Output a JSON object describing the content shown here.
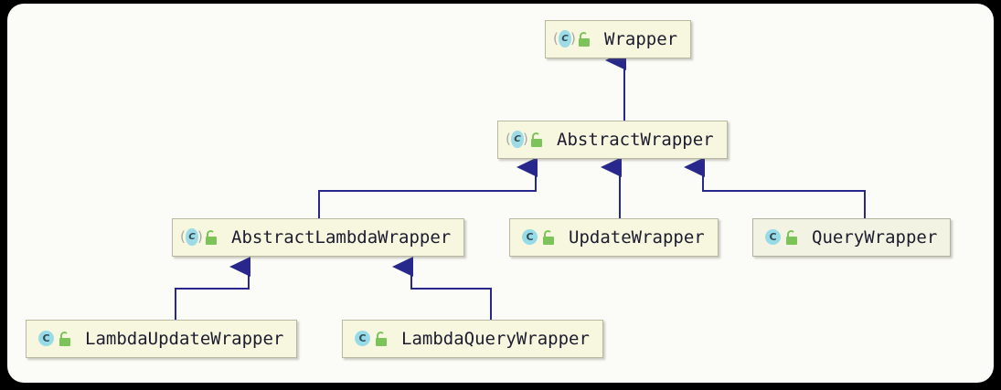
{
  "diagram": {
    "kind": "uml-class-hierarchy",
    "title": "Wrapper class hierarchy",
    "panel_background": "#fbfbf7",
    "canvas_background": "#000000",
    "edge_color": "#28288c",
    "node_background": "#f7f7e0",
    "node_border": "#b9b9a2",
    "icons": {
      "class": "class-icon",
      "abstract_class": "abstract-class-icon",
      "visibility": "open-padlock-icon"
    },
    "nodes": [
      {
        "id": "wrapper",
        "label": "Wrapper",
        "stereotype": "C",
        "abstract": true,
        "visibility": "public",
        "current": false
      },
      {
        "id": "abstractwrapper",
        "label": "AbstractWrapper",
        "stereotype": "C",
        "abstract": true,
        "visibility": "public",
        "current": false
      },
      {
        "id": "abstractlambdawrapper",
        "label": "AbstractLambdaWrapper",
        "stereotype": "C",
        "abstract": true,
        "visibility": "public",
        "current": false
      },
      {
        "id": "updatewrapper",
        "label": "UpdateWrapper",
        "stereotype": "C",
        "abstract": false,
        "visibility": "public",
        "current": false
      },
      {
        "id": "querywrapper",
        "label": "QueryWrapper",
        "stereotype": "C",
        "abstract": false,
        "visibility": "public",
        "current": true
      },
      {
        "id": "lambdaupdatewrapper",
        "label": "LambdaUpdateWrapper",
        "stereotype": "C",
        "abstract": false,
        "visibility": "public",
        "current": false
      },
      {
        "id": "lambdaquerywrapper",
        "label": "LambdaQueryWrapper",
        "stereotype": "C",
        "abstract": false,
        "visibility": "public",
        "current": false
      }
    ],
    "edges": [
      {
        "from": "abstractwrapper",
        "to": "wrapper",
        "type": "generalization"
      },
      {
        "from": "abstractlambdawrapper",
        "to": "abstractwrapper",
        "type": "generalization"
      },
      {
        "from": "updatewrapper",
        "to": "abstractwrapper",
        "type": "generalization"
      },
      {
        "from": "querywrapper",
        "to": "abstractwrapper",
        "type": "generalization"
      },
      {
        "from": "lambdaupdatewrapper",
        "to": "abstractlambdawrapper",
        "type": "generalization"
      },
      {
        "from": "lambdaquerywrapper",
        "to": "abstractlambdawrapper",
        "type": "generalization"
      }
    ]
  }
}
